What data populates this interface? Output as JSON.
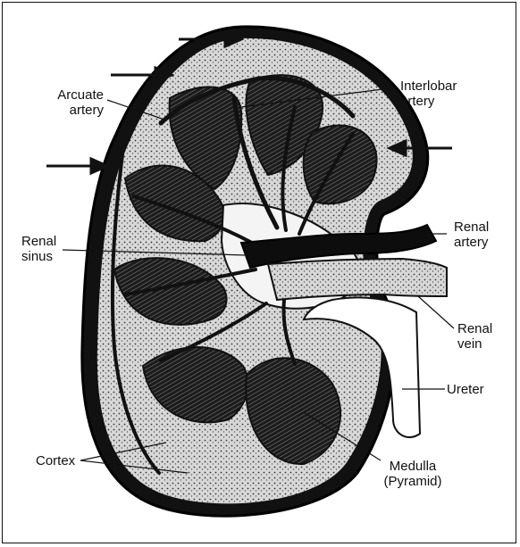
{
  "labels": {
    "arcuate_artery": [
      "Arcuate",
      "artery"
    ],
    "interlobar_artery": [
      "Interlobar",
      "artery"
    ],
    "renal_artery": [
      "Renal",
      "artery"
    ],
    "renal_sinus": [
      "Renal",
      "sinus"
    ],
    "renal_vein": [
      "Renal",
      "vein"
    ],
    "ureter": "Ureter",
    "cortex": "Cortex",
    "medulla": [
      "Medulla",
      "(Pyramid)"
    ]
  },
  "colors": {
    "ink": "#111111",
    "cortex_fill": "#cfcfcf",
    "pyramid_fill": "#2a2a2a",
    "ureter_fill": "#ffffff"
  }
}
